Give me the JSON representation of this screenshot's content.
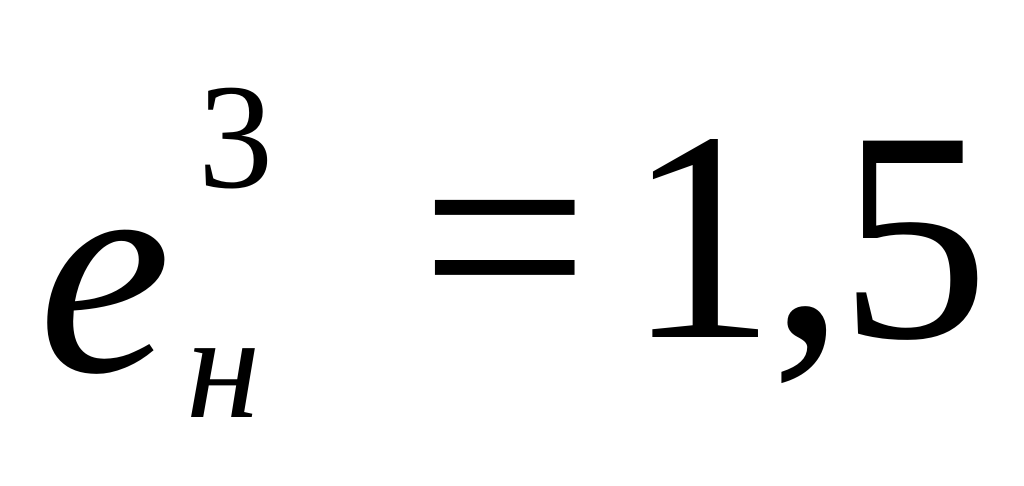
{
  "formula": {
    "base": "e",
    "superscript": "3",
    "subscript": "н",
    "operator": "=",
    "value": "1,5"
  }
}
